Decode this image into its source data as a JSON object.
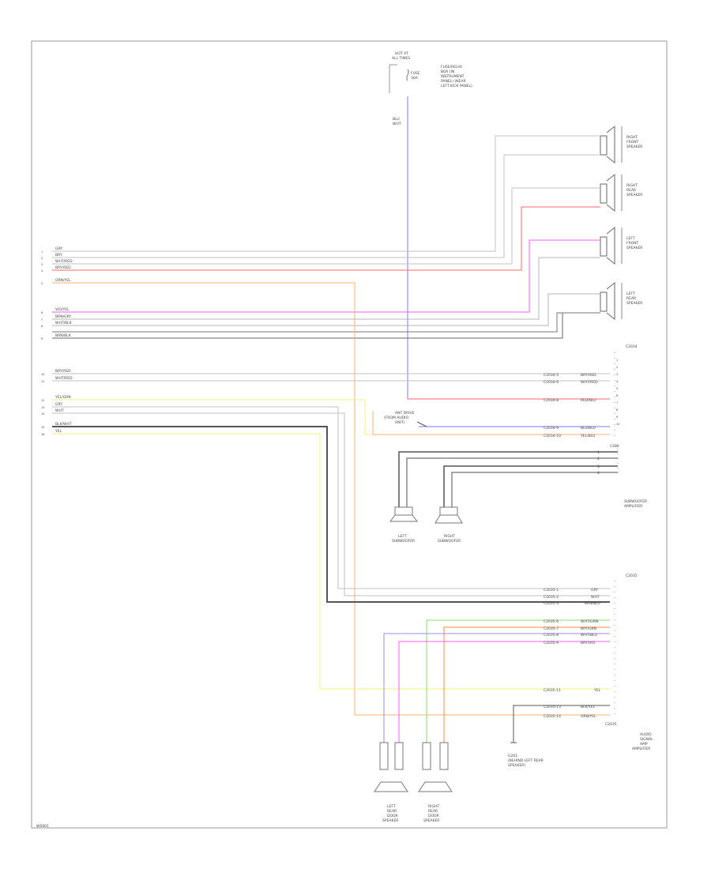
{
  "diagram": {
    "footer_code": "W0001",
    "top_fuse": {
      "lines": [
        "HOT AT",
        "ALL TIMES"
      ],
      "fuse": "FUSE",
      "amp": "30A",
      "desc": [
        "FUSE/RELAY",
        "BOX (IN",
        "INSTRUMENT",
        "PANEL) (NEAR",
        "LEFT KICK PANEL)"
      ]
    },
    "top_wire_label": [
      "BLU",
      "WHT"
    ],
    "right_front_speaker": [
      "RIGHT",
      "FRONT",
      "SPEAKER"
    ],
    "right_rear_speaker": [
      "RIGHT",
      "REAR",
      "SPEAKER"
    ],
    "left_front_speaker": [
      "LEFT",
      "FRONT",
      "SPEAKER"
    ],
    "left_rear_speaker": [
      "LEFT",
      "REAR",
      "SPEAKER"
    ],
    "left_harness": {
      "group1": [
        {
          "num": "1",
          "label": "GRY"
        },
        {
          "num": "2",
          "label": "BRY"
        },
        {
          "num": "3",
          "label": "WHT/RED"
        },
        {
          "num": "4",
          "label": "BRY/RED"
        },
        {
          "num": "5",
          "label": "ORN/YEL"
        }
      ],
      "group2": [
        {
          "num": "6",
          "label": "VIO/YEL"
        },
        {
          "num": "7",
          "label": "BRN/GRY"
        },
        {
          "num": "8",
          "label": "WHT/BLK"
        },
        {
          "num": "9",
          "label": "BRN/BLK"
        }
      ],
      "group3": [
        {
          "num": "10",
          "label": "BRY/RED"
        },
        {
          "num": "11",
          "label": "WHT/RED"
        }
      ],
      "group4": [
        {
          "num": "12",
          "label": "YEL/GRN"
        },
        {
          "num": "13",
          "label": "GRY"
        },
        {
          "num": "14",
          "label": "WHT"
        },
        {
          "num": "15",
          "label": "BLK/WHT"
        },
        {
          "num": "16",
          "label": "YEL"
        }
      ]
    },
    "amp1_header": "C2034",
    "amp1_rows": [
      {
        "circuit": "C2034-5",
        "color": "BRY/RED"
      },
      {
        "circuit": "C2034-6",
        "color": "WHT/RED"
      },
      {
        "circuit": "C2034-8",
        "color": "RED/BLU"
      },
      {
        "circuit": "C2034-9",
        "color": "BLU/BLU"
      },
      {
        "circuit": "C2034-10",
        "color": "YEL/BLU"
      }
    ],
    "amp1_pins": [
      "1",
      "2",
      "3",
      "4",
      "5",
      "6",
      "7",
      "8",
      "9",
      "10"
    ],
    "antenna_label": [
      "ANT DRIVE",
      "(FROM AUDIO",
      "UNIT)"
    ],
    "sub_header": "C286",
    "sub_rows": [
      "1",
      "2",
      "3",
      "4"
    ],
    "sub_title": [
      "SUBWOOFER",
      "AMPLIFIER"
    ],
    "left_subwoofer": [
      "LEFT",
      "SUBWOOFER"
    ],
    "right_subwoofer": [
      "RIGHT",
      "SUBWOOFER"
    ],
    "amp2_header": "C2035",
    "amp2_rows": [
      {
        "circuit": "C2035-1",
        "color": "GRY"
      },
      {
        "circuit": "C2035-2",
        "color": "WHT"
      },
      {
        "circuit": "C2035-3",
        "color": "BRN/BLU"
      },
      {
        "circuit": "C2035-6",
        "color": "WHT/GRN"
      },
      {
        "circuit": "C2035-7",
        "color": "BRY/GRN"
      },
      {
        "circuit": "C2035-8",
        "color": "WHT/BLU"
      },
      {
        "circuit": "C2035-9",
        "color": "BRY/VIO"
      },
      {
        "circuit": "C2035-11",
        "color": "YEL"
      },
      {
        "circuit": "C2035-13",
        "color": "BLK/YEL"
      },
      {
        "circuit": "C2035-14",
        "color": "ORN/YEL"
      }
    ],
    "amp2_footer": "C2035",
    "amplifier_title": [
      "AUDIO",
      "SIGNAL",
      "AMP",
      "AMPLIFIER"
    ],
    "ground_label": [
      "G201",
      "(BEHIND LEFT REAR",
      "SPEAKER)"
    ],
    "left_door_speaker": [
      "LEFT",
      "REAR",
      "DOOR",
      "SPEAKER"
    ],
    "right_door_speaker": [
      "RIGHT",
      "REAR",
      "DOOR",
      "SPEAKER"
    ]
  },
  "colors": {
    "frame": "#9a9a9a",
    "wire_gray": "#b4b4b4",
    "wire_dark": "#555555",
    "wire_blue": "#7a7aff",
    "wire_red": "#ff6a6a",
    "wire_magenta": "#ff5aff",
    "wire_orange": "#ffb070",
    "wire_yellow": "#f5f07a",
    "wire_green": "#88dd66",
    "wire_lightblue": "#9090ff"
  }
}
